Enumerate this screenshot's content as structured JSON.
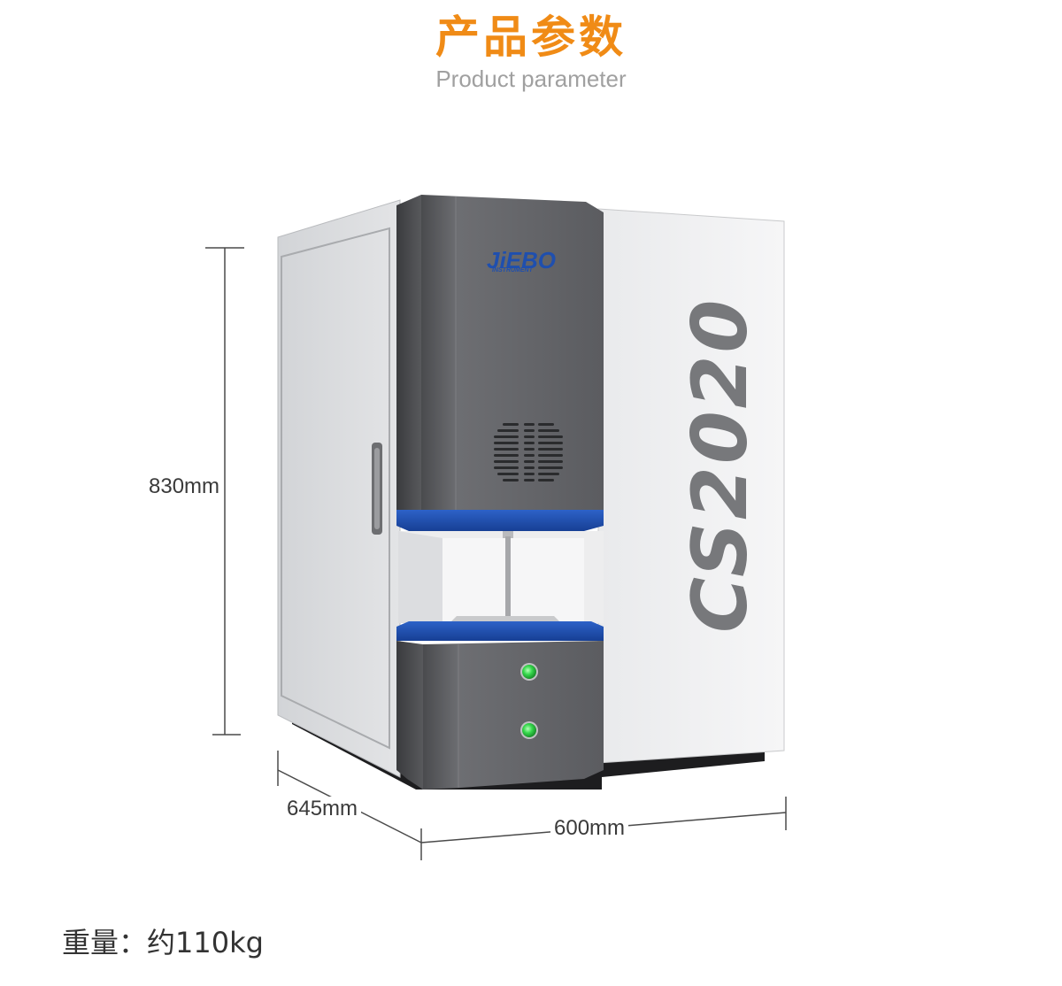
{
  "header": {
    "title": "产品参数",
    "subtitle": "Product parameter"
  },
  "product": {
    "brand_logo_text": "JiEBO",
    "brand_logo_subtext": "INSTRUMENT",
    "model_text": "CS2020",
    "accent_blue": "#1f4fae",
    "indicator_green": "#2fd447"
  },
  "dimensions": {
    "height": "830mm",
    "depth": "645mm",
    "width": "600mm"
  },
  "specs": {
    "weight_label": "重量：约110kg"
  },
  "colors": {
    "title_orange": "#f08b16",
    "subtitle_gray": "#a0a0a0"
  }
}
